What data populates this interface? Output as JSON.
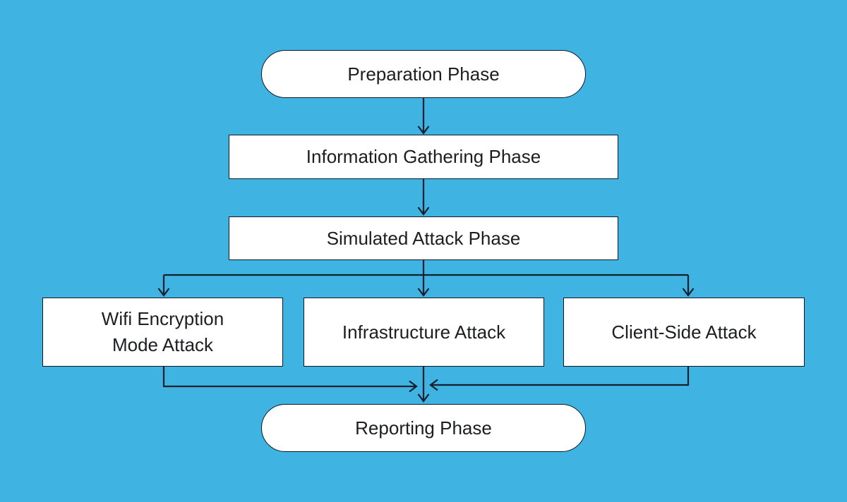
{
  "canvas": {
    "background_color": "#3fb4e2",
    "node_fill_color": "#ffffff",
    "node_border_color": "#101820",
    "connector_color": "#16202e",
    "text_color": "#1c1e21"
  },
  "diagram": {
    "nodes": {
      "preparation": {
        "label": "Preparation Phase",
        "shape": "stadium"
      },
      "information_gathering": {
        "label": "Information Gathering Phase",
        "shape": "rectangle"
      },
      "simulated_attack": {
        "label": "Simulated Attack Phase",
        "shape": "rectangle"
      },
      "wifi_encryption": {
        "label": "Wifi Encryption Mode Attack",
        "line1": "Wifi Encryption",
        "line2": "Mode Attack",
        "shape": "rectangle"
      },
      "infrastructure": {
        "label": "Infrastructure Attack",
        "shape": "rectangle"
      },
      "client_side": {
        "label": "Client-Side Attack",
        "shape": "rectangle"
      },
      "reporting": {
        "label": "Reporting Phase",
        "shape": "stadium"
      }
    },
    "edges": [
      {
        "from": "Preparation Phase",
        "to": "Information Gathering Phase"
      },
      {
        "from": "Information Gathering Phase",
        "to": "Simulated Attack Phase"
      },
      {
        "from": "Simulated Attack Phase",
        "to": "Wifi Encryption Mode Attack"
      },
      {
        "from": "Simulated Attack Phase",
        "to": "Infrastructure Attack"
      },
      {
        "from": "Simulated Attack Phase",
        "to": "Client-Side Attack"
      },
      {
        "from": "Wifi Encryption Mode Attack",
        "to": "Reporting Phase"
      },
      {
        "from": "Infrastructure Attack",
        "to": "Reporting Phase"
      },
      {
        "from": "Client-Side Attack",
        "to": "Reporting Phase"
      }
    ]
  }
}
